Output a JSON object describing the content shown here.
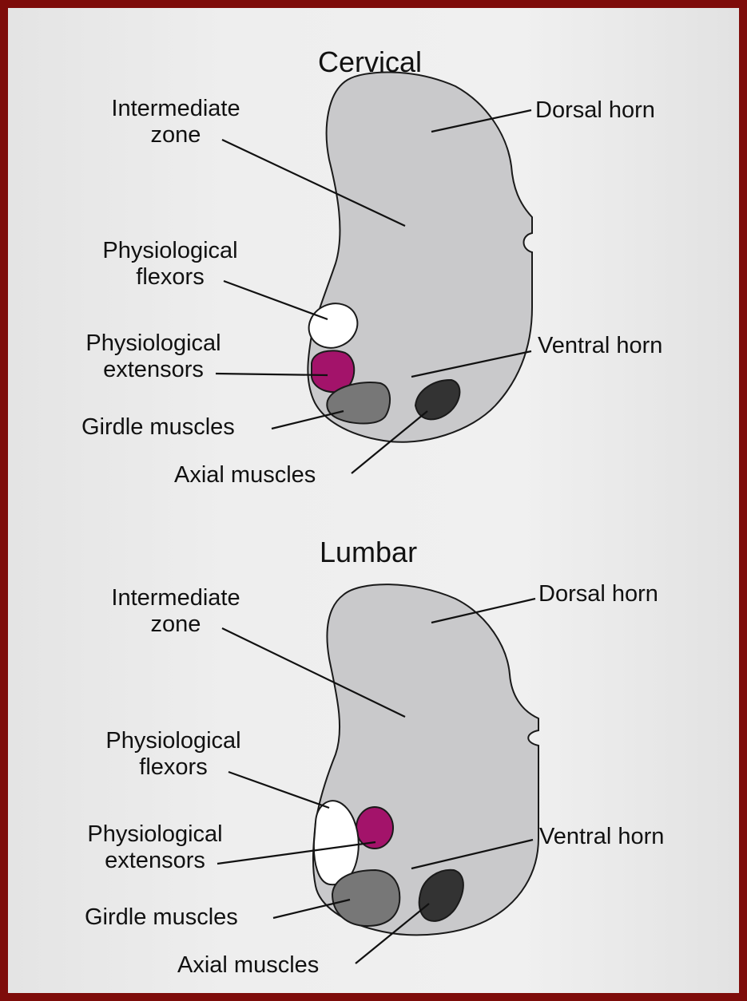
{
  "colors": {
    "frame": "#7e0c0a",
    "background": "#ececec",
    "horn_fill": "#c9c9cb",
    "flexors": "#ffffff",
    "extensors": "#a3136a",
    "girdle": "#777777",
    "axial": "#333333"
  },
  "cervical": {
    "title": "Cervical",
    "intermediate_l1": "Intermediate",
    "intermediate_l2": "zone",
    "dorsal_horn": "Dorsal horn",
    "flexors_l1": "Physiological",
    "flexors_l2": "flexors",
    "extensors_l1": "Physiological",
    "extensors_l2": "extensors",
    "ventral_horn": "Ventral horn",
    "girdle": "Girdle muscles",
    "axial": "Axial muscles"
  },
  "lumbar": {
    "title": "Lumbar",
    "intermediate_l1": "Intermediate",
    "intermediate_l2": "zone",
    "dorsal_horn": "Dorsal horn",
    "flexors_l1": "Physiological",
    "flexors_l2": "flexors",
    "extensors_l1": "Physiological",
    "extensors_l2": "extensors",
    "ventral_horn": "Ventral horn",
    "girdle": "Girdle muscles",
    "axial": "Axial muscles"
  }
}
